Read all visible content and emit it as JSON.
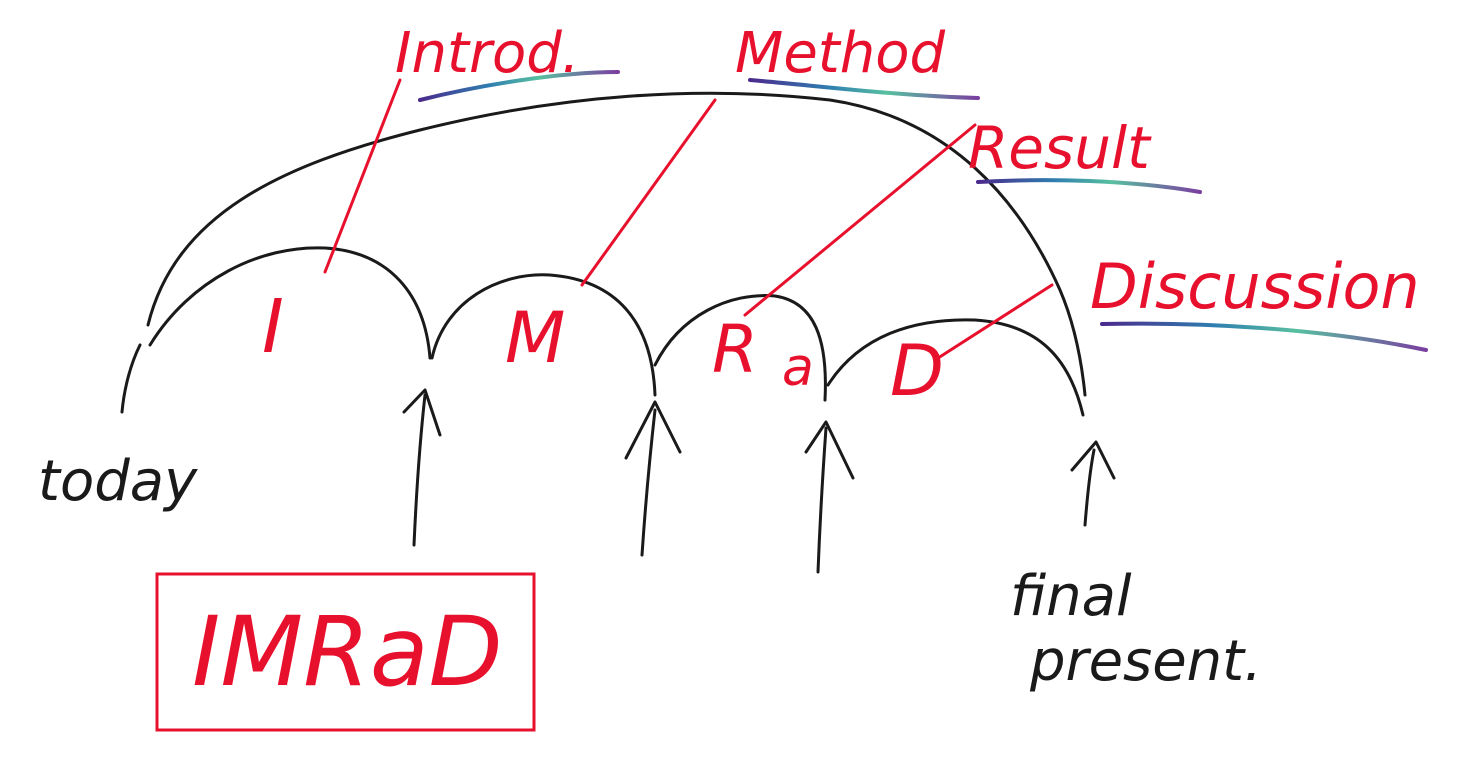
{
  "colors": {
    "ink_black": "#1a1a1a",
    "ink_red": "#e8112d",
    "underline_gradient": [
      "#4b2a8c",
      "#2f7fb0",
      "#58c0a0",
      "#7a3fa0"
    ]
  },
  "timeline": {
    "start_label": "today",
    "end_label_line1": "final",
    "end_label_line2": "present."
  },
  "sections": {
    "intro": {
      "letter": "I",
      "label": "Introd."
    },
    "method": {
      "letter": "M",
      "label": "Method"
    },
    "results": {
      "letter": "R",
      "extra": "a",
      "label": "Result"
    },
    "discussion": {
      "letter": "D",
      "label": "Discussion"
    }
  },
  "box": {
    "text": "IMRaD"
  }
}
